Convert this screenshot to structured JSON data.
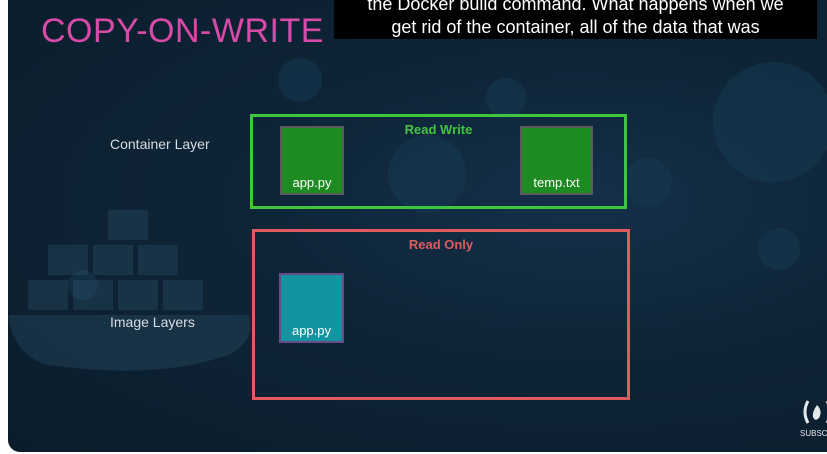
{
  "slide": {
    "title": "COPY-ON-WRITE",
    "container_layer_label": "Container Layer",
    "image_layers_label": "Image Layers",
    "read_write_label": "Read Write",
    "read_only_label": "Read Only",
    "files_rw": [
      "app.py",
      "temp.txt"
    ],
    "files_ro": [
      "app.py"
    ]
  },
  "captions": {
    "line1": "the Docker build command. What happens when we",
    "line2": "get rid of the container, all of the data that was"
  },
  "channel": {
    "subscribe_label": "SUBSCRIBE",
    "logo_icon": "freecodecamp-logo-icon"
  },
  "colors": {
    "title": "#d84aa7",
    "read_write": "#3ec63e",
    "read_only": "#e05a5f",
    "file_green": "#1d8b22",
    "file_teal": "#1494a0",
    "background": "#0e2436"
  }
}
